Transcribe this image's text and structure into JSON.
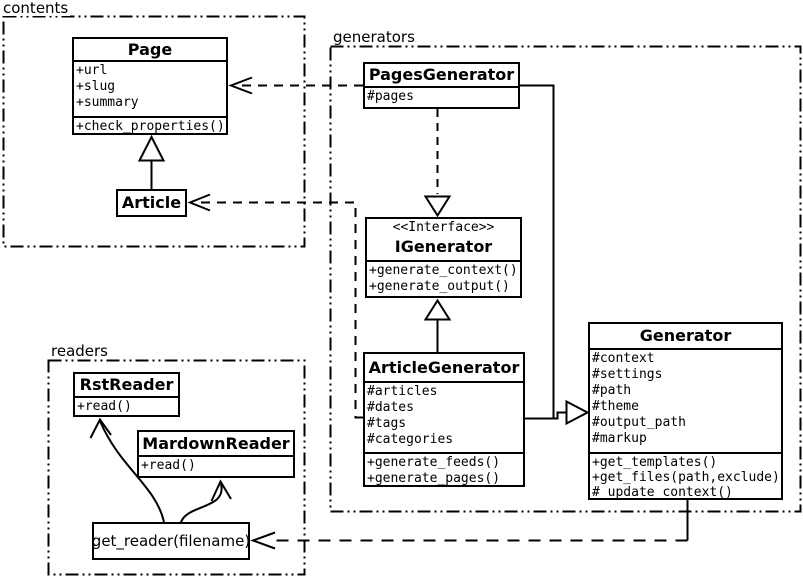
{
  "diagram": {
    "kind": "uml-class-diagram",
    "colors": {
      "line": "#000000",
      "background": "#ffffff",
      "box_fill": "#ffffff"
    }
  },
  "packages": {
    "contents": {
      "label": "contents"
    },
    "generators": {
      "label": "generators"
    },
    "readers": {
      "label": "readers"
    }
  },
  "classes": {
    "page": {
      "title": "Page",
      "attributes": [
        "+url",
        "+slug",
        "+summary"
      ],
      "methods": [
        "+check_properties()"
      ]
    },
    "article": {
      "title": "Article"
    },
    "pages_generator": {
      "title": "PagesGenerator",
      "attributes": [
        "#pages"
      ]
    },
    "igenerator": {
      "stereotype": "<<Interface>>",
      "title": "IGenerator",
      "methods": [
        "+generate_context()",
        "+generate_output()"
      ]
    },
    "article_generator": {
      "title": "ArticleGenerator",
      "attributes": [
        "#articles",
        "#dates",
        "#tags",
        "#categories"
      ],
      "methods": [
        "+generate_feeds()",
        "+generate_pages()"
      ]
    },
    "generator": {
      "title": "Generator",
      "attributes": [
        "#context",
        "#settings",
        "#path",
        "#theme",
        "#output_path",
        "#markup"
      ],
      "methods": [
        "+get_templates()",
        "+get_files(path,exclude)",
        "#_update_context()"
      ]
    },
    "rst_reader": {
      "title": "RstReader",
      "methods": [
        "+read()"
      ]
    },
    "mardown_reader": {
      "title": "MardownReader",
      "methods": [
        "+read()"
      ]
    },
    "get_reader": {
      "title": "get_reader(filename)"
    }
  },
  "relationships": [
    {
      "from": "Article",
      "to": "Page",
      "type": "generalization"
    },
    {
      "from": "PagesGenerator",
      "to": "Page",
      "type": "dependency"
    },
    {
      "from": "ArticleGenerator",
      "to": "Article",
      "type": "dependency"
    },
    {
      "from": "PagesGenerator",
      "to": "IGenerator",
      "type": "realization"
    },
    {
      "from": "ArticleGenerator",
      "to": "IGenerator",
      "type": "generalization"
    },
    {
      "from": "PagesGenerator",
      "to": "Generator",
      "type": "generalization"
    },
    {
      "from": "ArticleGenerator",
      "to": "Generator",
      "type": "generalization"
    },
    {
      "from": "Generator",
      "to": "get_reader(filename)",
      "type": "dependency"
    },
    {
      "from": "get_reader(filename)",
      "to": "RstReader",
      "type": "arrow"
    },
    {
      "from": "get_reader(filename)",
      "to": "MardownReader",
      "type": "arrow"
    }
  ]
}
